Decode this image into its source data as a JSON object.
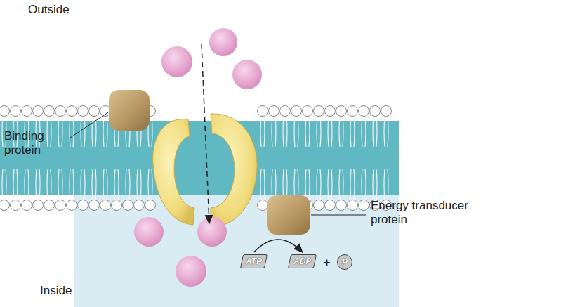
{
  "diagram": {
    "nodes": [
      {
        "text": [
          "ATP"
        ]
      },
      {
        "text": [
          "ADP"
        ]
      },
      {
        "text": [
          "P"
        ]
      }
    ],
    "edges": [
      {
        "from": 0,
        "to": 1,
        "arrow": "to"
      }
    ],
    "labels": [
      "Outside",
      "Binding protein",
      "Energy transducer protein",
      "+",
      "Inside"
    ]
  }
}
